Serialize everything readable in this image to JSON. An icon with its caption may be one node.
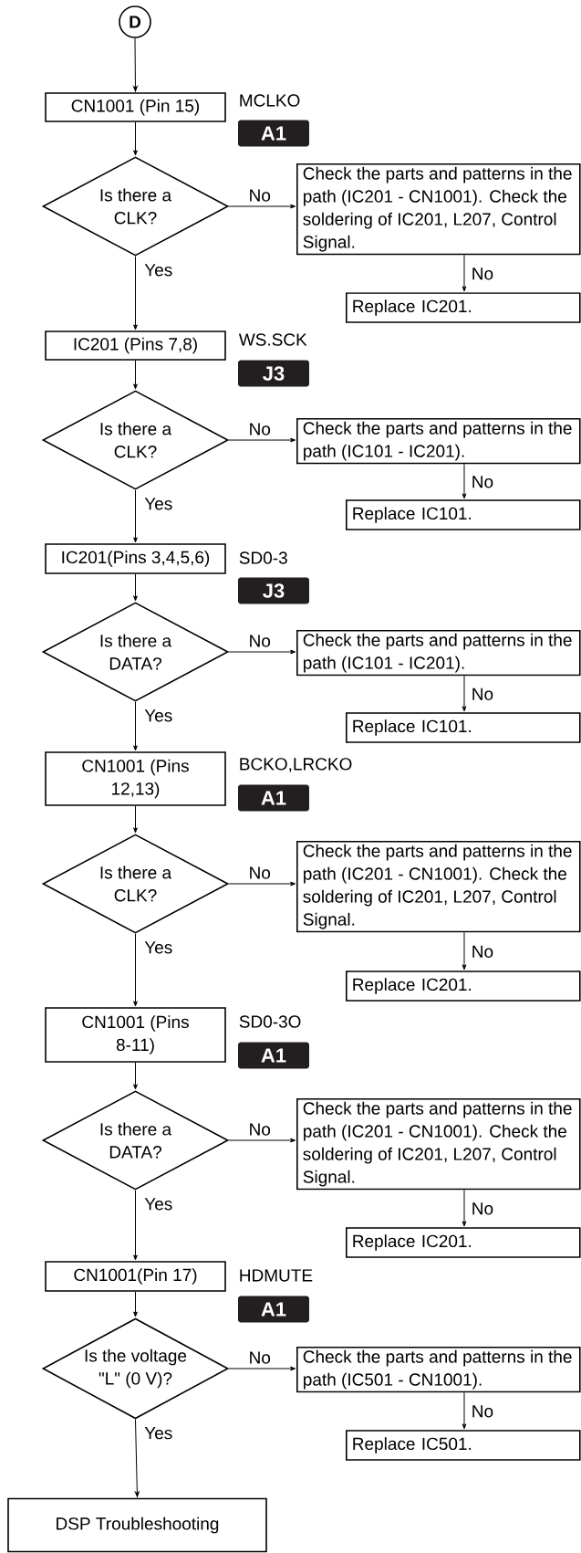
{
  "diagram": {
    "nodes": [
      {
        "text": [
          "D"
        ]
      },
      {
        "text": [
          "CN1001 (Pin 15)"
        ],
        "beside": [
          "MCLKO"
        ]
      },
      {
        "text": [
          "A1"
        ]
      },
      {
        "text": [
          "Is there a CLK?"
        ]
      },
      {
        "text": [
          "Check the parts and patterns in the path (IC201 - CN1001). Check the soldering of IC201, L207, Control Signal."
        ]
      },
      {
        "text": [
          "Replace IC201."
        ]
      },
      {
        "text": [
          "IC201 (Pins 7,8)"
        ],
        "beside": [
          "WS.SCK"
        ]
      },
      {
        "text": [
          "J3"
        ]
      },
      {
        "text": [
          "Is there a CLK?"
        ]
      },
      {
        "text": [
          "Check the parts and patterns in the path (IC101 - IC201)."
        ]
      },
      {
        "text": [
          "Replace IC101."
        ]
      },
      {
        "text": [
          "IC201(Pins 3,4,5,6)"
        ],
        "beside": [
          "SD0-3"
        ]
      },
      {
        "text": [
          "J3"
        ]
      },
      {
        "text": [
          "Is there a DATA?"
        ]
      },
      {
        "text": [
          "Check the parts and patterns in the path (IC101 - IC201)."
        ]
      },
      {
        "text": [
          "Replace IC101."
        ]
      },
      {
        "text": [
          "CN1001 (Pins 12,13)"
        ],
        "beside": [
          "BCKO,LRCKO"
        ]
      },
      {
        "text": [
          "A1"
        ]
      },
      {
        "text": [
          "Is there a CLK?"
        ]
      },
      {
        "text": [
          "Check the parts and patterns in the path (IC201 - CN1001). Check the soldering of IC201, L207, Control Signal."
        ]
      },
      {
        "text": [
          "Replace IC201."
        ]
      },
      {
        "text": [
          "CN1001 (Pins 8-11)"
        ],
        "beside": [
          "SD0-3O"
        ]
      },
      {
        "text": [
          "A1"
        ]
      },
      {
        "text": [
          "Is there a DATA?"
        ]
      },
      {
        "text": [
          "Check the parts and patterns in the path (IC201 - CN1001). Check the soldering of IC201, L207, Control Signal."
        ]
      },
      {
        "text": [
          "Replace IC201."
        ]
      },
      {
        "text": [
          "CN1001(Pin 17)"
        ],
        "beside": [
          "HDMUTE"
        ]
      },
      {
        "text": [
          "A1"
        ]
      },
      {
        "text": [
          "Is the voltage \"L\" (0 V)?"
        ]
      },
      {
        "text": [
          "Check the parts and patterns in the path (IC501 - CN1001)."
        ]
      },
      {
        "text": [
          "Replace IC501."
        ]
      },
      {
        "text": [
          "DSP Troubleshooting"
        ]
      }
    ],
    "edges": [
      {
        "from": 0,
        "to": 1,
        "arrow": "to"
      },
      {
        "from": 1,
        "to": 3,
        "arrow": "to"
      },
      {
        "from": 3,
        "to": 4,
        "arrow": "to",
        "label": "No"
      },
      {
        "from": 4,
        "to": 5,
        "arrow": "to",
        "label": "No"
      },
      {
        "from": 3,
        "to": 6,
        "arrow": "to",
        "label": "Yes"
      },
      {
        "from": 6,
        "to": 8,
        "arrow": "to"
      },
      {
        "from": 8,
        "to": 9,
        "arrow": "to",
        "label": "No"
      },
      {
        "from": 9,
        "to": 10,
        "arrow": "to",
        "label": "No"
      },
      {
        "from": 8,
        "to": 11,
        "arrow": "to",
        "label": "Yes"
      },
      {
        "from": 11,
        "to": 13,
        "arrow": "to"
      },
      {
        "from": 13,
        "to": 14,
        "arrow": "to",
        "label": "No"
      },
      {
        "from": 14,
        "to": 15,
        "arrow": "to",
        "label": "No"
      },
      {
        "from": 13,
        "to": 16,
        "arrow": "to",
        "label": "Yes"
      },
      {
        "from": 16,
        "to": 18,
        "arrow": "to"
      },
      {
        "from": 18,
        "to": 19,
        "arrow": "to",
        "label": "No"
      },
      {
        "from": 19,
        "to": 20,
        "arrow": "to",
        "label": "No"
      },
      {
        "from": 18,
        "to": 21,
        "arrow": "to",
        "label": "Yes"
      },
      {
        "from": 21,
        "to": 23,
        "arrow": "to"
      },
      {
        "from": 23,
        "to": 24,
        "arrow": "to",
        "label": "No"
      },
      {
        "from": 24,
        "to": 25,
        "arrow": "to",
        "label": "No"
      },
      {
        "from": 23,
        "to": 26,
        "arrow": "to",
        "label": "Yes"
      },
      {
        "from": 26,
        "to": 28,
        "arrow": "to"
      },
      {
        "from": 28,
        "to": 29,
        "arrow": "to",
        "label": "No"
      },
      {
        "from": 29,
        "to": 30,
        "arrow": "to",
        "label": "No"
      },
      {
        "from": 28,
        "to": 31,
        "arrow": "to",
        "label": "Yes"
      }
    ]
  }
}
